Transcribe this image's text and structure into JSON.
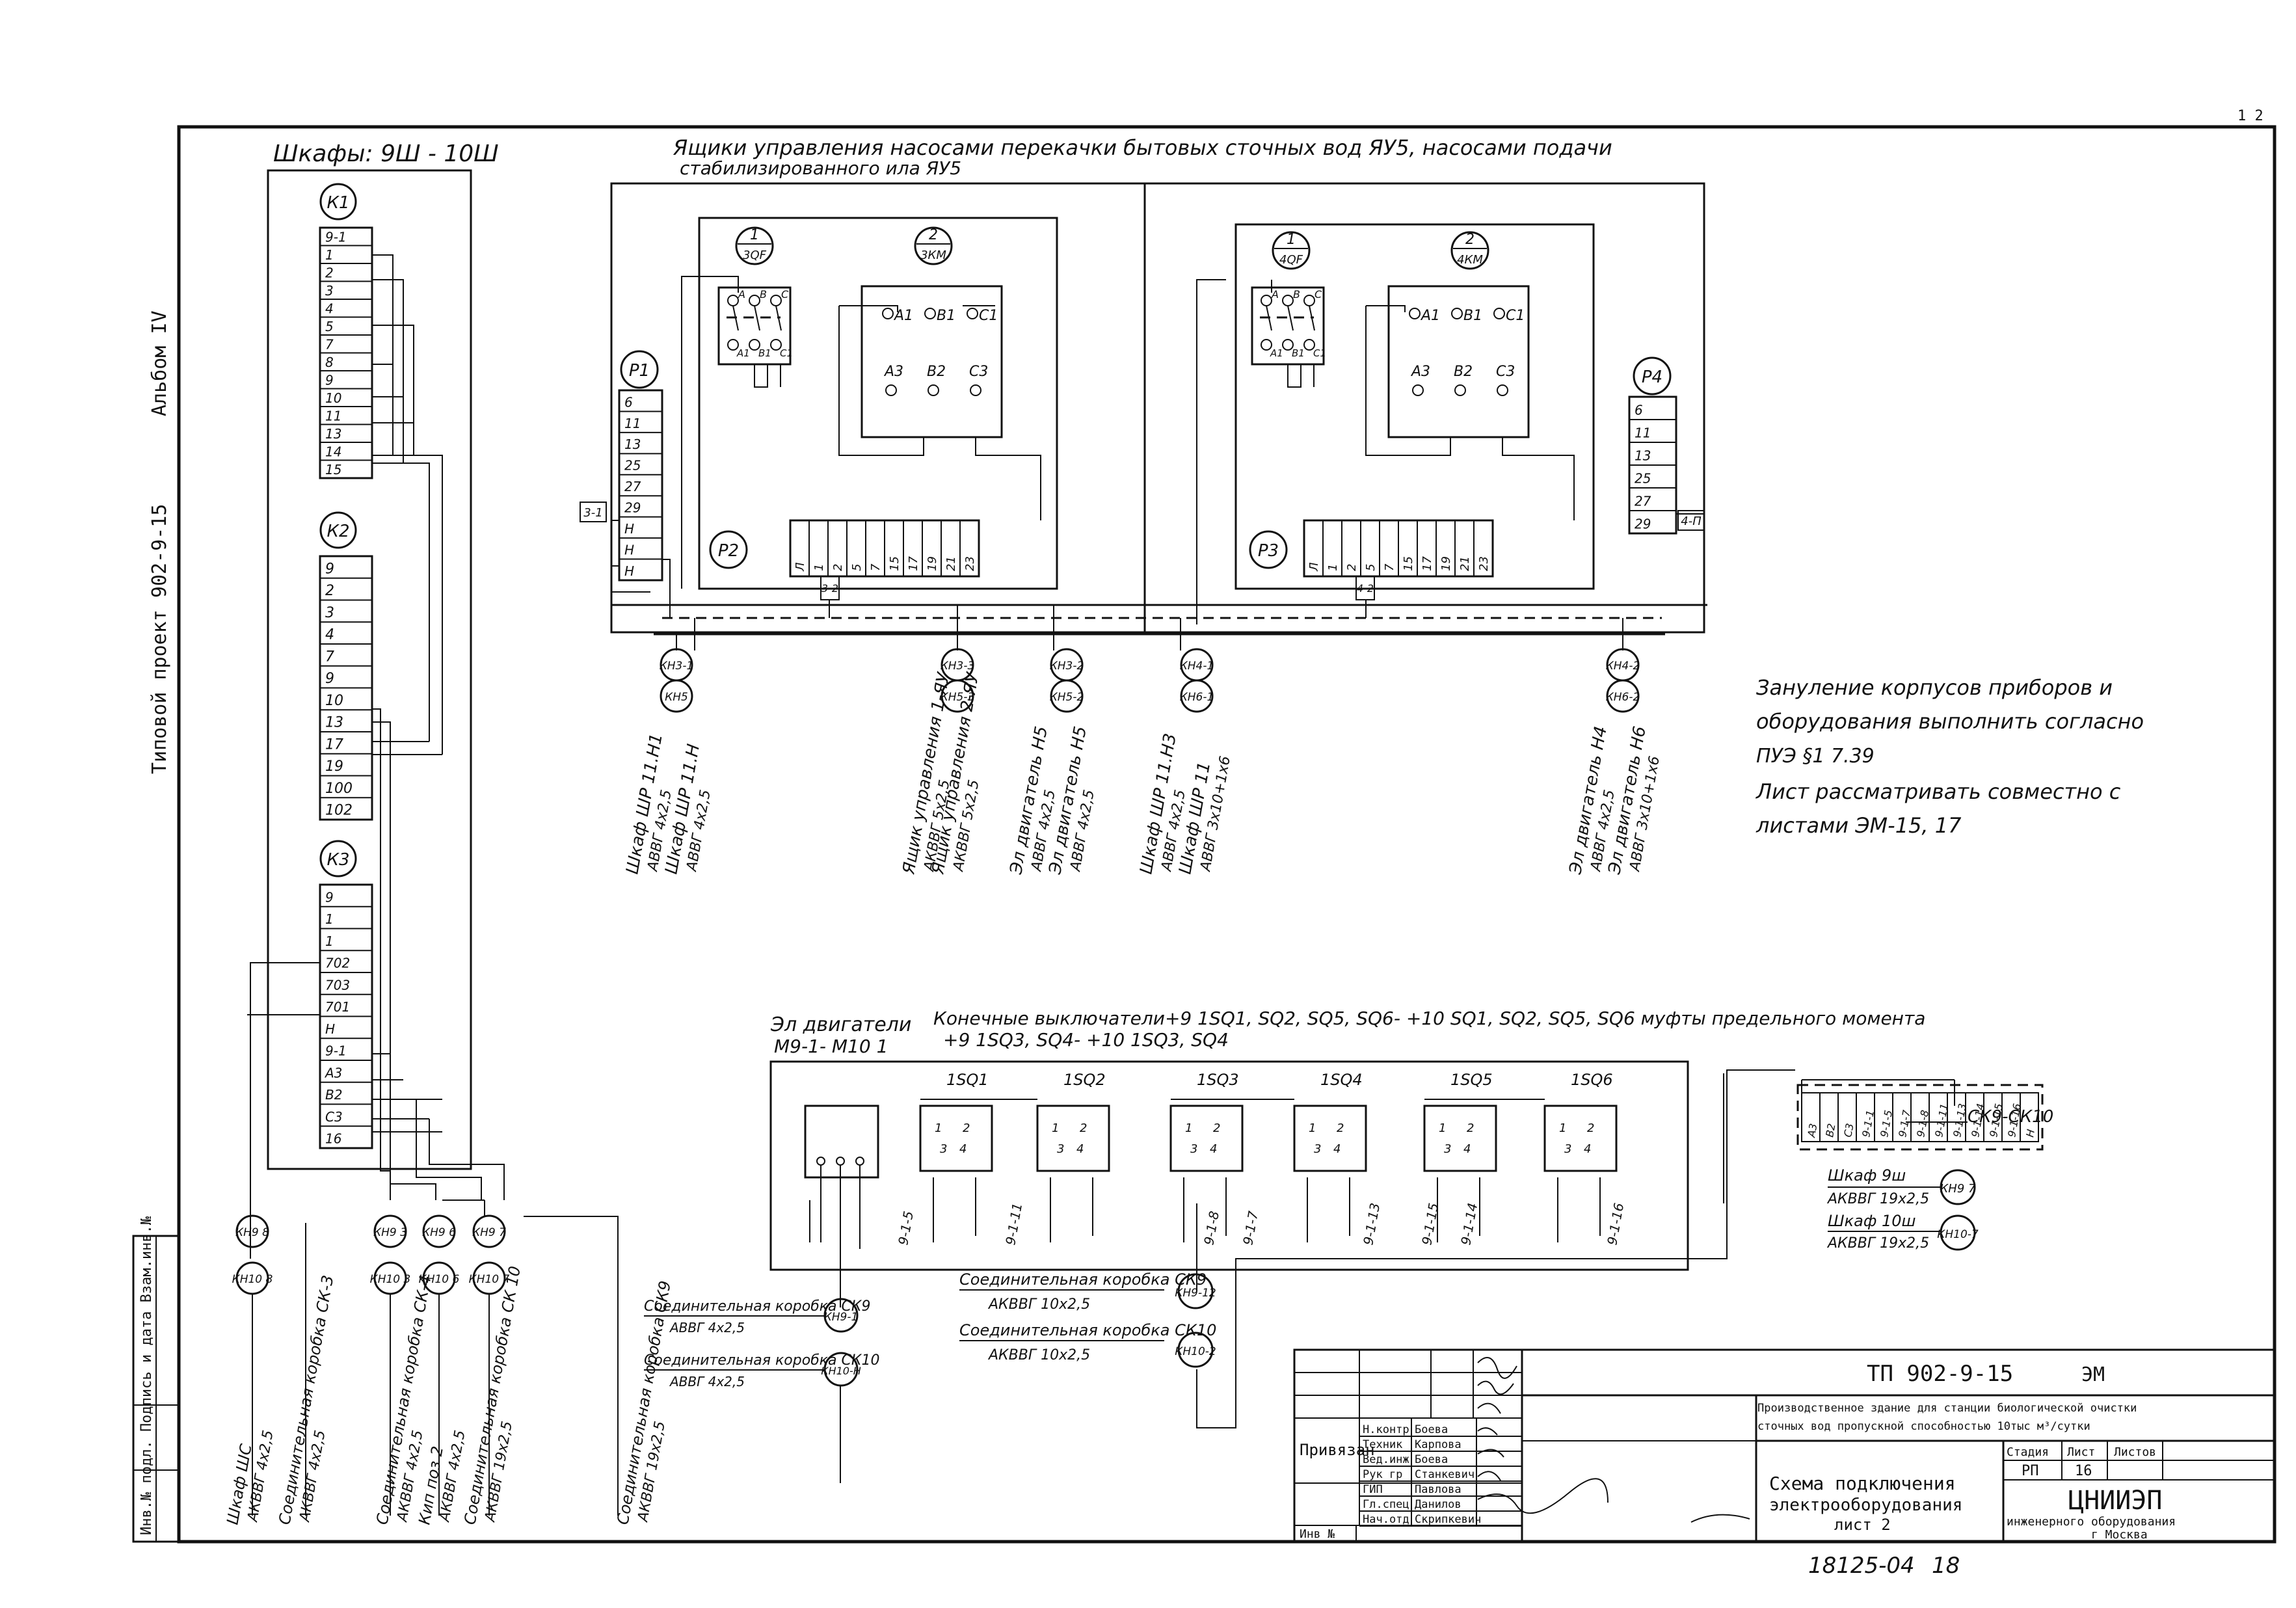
{
  "corner_mark": "1 2",
  "margin_labels": {
    "album": "Альбом IV",
    "project": "Типовой проект 902-9-15",
    "stub": "Инв.№ подл. Подпись и дата Взам.инв.№"
  },
  "cabinets": {
    "title": "Шкафы: 9Ш - 10Ш",
    "k1": {
      "name": "К1",
      "terminals": [
        "9-1",
        "1",
        "2",
        "3",
        "4",
        "5",
        "7",
        "8",
        "9",
        "10",
        "11",
        "13",
        "14",
        "15"
      ]
    },
    "k2": {
      "name": "К2",
      "terminals": [
        "9",
        "2",
        "3",
        "4",
        "7",
        "9",
        "10",
        "13",
        "17",
        "19",
        "100",
        "102"
      ]
    },
    "k3": {
      "name": "К3",
      "terminals": [
        "9",
        "1",
        "1",
        "702",
        "703",
        "701",
        "Н",
        "9-1",
        "А3",
        "В2",
        "С3",
        "16"
      ]
    }
  },
  "boxes": {
    "title_line1": "Ящики управления насосами перекачки бытовых сточных вод ЯУ5, насосами подачи",
    "title_line2": "стабилизированного ила ЯУ5",
    "p1": {
      "name": "Р1",
      "terminals": [
        "6",
        "11",
        "13",
        "25",
        "27",
        "29",
        "Н",
        "Н",
        "Н"
      ],
      "jumper": "3-1"
    },
    "p4": {
      "name": "Р4",
      "terminals": [
        "6",
        "11",
        "13",
        "25",
        "27",
        "29"
      ],
      "jumper": "4-П"
    },
    "p2": {
      "name": "Р2",
      "terminals": [
        "Л",
        "1",
        "2",
        "5",
        "7",
        "15",
        "17",
        "19",
        "21",
        "23"
      ],
      "jumper": "3-2"
    },
    "p3": {
      "name": "Р3",
      "terminals": [
        "Л",
        "1",
        "2",
        "5",
        "7",
        "15",
        "17",
        "19",
        "21",
        "23"
      ],
      "jumper": "4-2"
    },
    "left_breaker": "1",
    "left_breaker_code": "3QF",
    "left_contactor": "2",
    "left_contactor_code": "3КМ",
    "right_breaker": "1",
    "right_breaker_code": "4QF",
    "right_contactor": "2",
    "right_contactor_code": "4КМ",
    "breaker_terminals_top": [
      "А",
      "В",
      "С"
    ],
    "breaker_terminals_bottom": [
      "А1",
      "В1",
      "С1"
    ],
    "contactor_top": [
      "А1",
      "В1",
      "С1"
    ],
    "contactor_bottom": [
      "А3",
      "В2",
      "С3"
    ]
  },
  "markers": {
    "kn13_1": "КН3-1",
    "kn15": "КН5",
    "kn13_3": "КН3-3",
    "kn15_3": "КН5-3",
    "kn13_2": "КН3-2",
    "kn15_2": "КН5-2",
    "kn14_1": "КН4-1",
    "kn16_1": "КН6-1",
    "kn14_2": "КН4-2",
    "kn16_2": "КН6-2",
    "kn9_8": "КН9 8",
    "kn10_8": "КН10 8",
    "kn9_3": "КН9 3",
    "kn10_3": "КН10 3",
    "kn9_6": "КН9 6",
    "kn10_6": "КН10 6",
    "kn9_7": "КН9 7",
    "kn10_7": "КН10 7",
    "kn9_1": "КН9-1",
    "kn10_1": "КН10-Н",
    "kn9_12": "КН9-12",
    "kn10_2": "КН10-2",
    "kn9_7r": "КН9 7",
    "kn10_7r": "КН10-7"
  },
  "cables_top": [
    {
      "line1": "Шкаф ШР 11.Н1",
      "line2": "АВВГ 4х2,5"
    },
    {
      "line1": "Шкаф ШР 11.Н",
      "line2": "АВВГ 4х2,5"
    },
    {
      "line1": "Ящик управления 1-ЯУ",
      "line2": "АКВВГ 5х2,5"
    },
    {
      "line1": "Ящик управления 2-ЯУ",
      "line2": "АКВВГ 5х2,5"
    },
    {
      "line1": "Эл двигатель Н5",
      "line2": "АВВГ 4х2,5"
    },
    {
      "line1": "Эл двигатель Н5",
      "line2": "АВВГ 4х2,5"
    },
    {
      "line1": "Шкаф ШР 11.Н3",
      "line2": "АВВГ 4х2,5"
    },
    {
      "line1": "Шкаф ШР 11",
      "line2": "АВВГ 3х10+1х6"
    },
    {
      "line1": "Эл двигатель Н4",
      "line2": "АВВГ 4х2,5"
    },
    {
      "line1": "Эл двигатель Н6",
      "line2": "АВВГ 3х10+1х6"
    }
  ],
  "notes": [
    "Зануление корпусов приборов и",
    "оборудования выполнить согласно",
    "ПУЭ §1 7.39",
    "Лист рассматривать совместно с",
    "листами ЭМ-15, 17"
  ],
  "motors_block": {
    "motors_title": "Эл двигатели",
    "motors_sub": "М9-1- М10 1",
    "switches_title": "Конечные выключатели+9 1SQ1, SQ2, SQ5, SQ6- +10 SQ1, SQ2, SQ5, SQ6 муфты предельного момента",
    "switches_sub": "+9 1SQ3, SQ4- +10 1SQ3, SQ4",
    "switches": [
      "1SQ1",
      "1SQ2",
      "1SQ3",
      "1SQ4",
      "1SQ5",
      "1SQ6"
    ],
    "wire_tags": [
      "9-1-5",
      "9-1-11",
      "9-1-8",
      "9-1-7",
      "9-1-13",
      "9-1-15",
      "9-1-14",
      "9-1-16"
    ]
  },
  "right_strip": {
    "label": "СК9-СК10",
    "terminals": [
      "А3",
      "В2",
      "С3",
      "9-1-1",
      "9-1-5",
      "9-1-7",
      "9-1-8",
      "9-1-11",
      "9-1-13",
      "9-1-14",
      "9-1-15",
      "9-1-16",
      "Н"
    ],
    "cable1_name": "Шкаф 9ш",
    "cable1_spec": "АКВВГ 19х2,5",
    "cable2_name": "Шкаф 10ш",
    "cable2_spec": "АКВВГ 19х2,5"
  },
  "junction_cables": {
    "ck9_name": "Соединительная коробка СК9",
    "ck9_spec": "АКВВГ 10х2,5",
    "ck10_name": "Соединительная коробка СК10",
    "ck10_spec": "АКВВГ 10х2,5",
    "left_ck9_name": "Соединительная коробка СК9",
    "left_ck9_spec": "АВВГ 4х2,5",
    "left_ck10_name": "Соединительная коробка СК10",
    "left_ck10_spec": "АВВГ 4х2,5"
  },
  "cables_bottom": [
    {
      "line1": "Шкаф ШС",
      "line2": "АКВВГ 4х2,5"
    },
    {
      "line1": "Соединительная коробка СК-3",
      "line2": "АКВВГ 4х2,5"
    },
    {
      "line1": "Соединительная коробка СК-4",
      "line2": "АКВВГ 4х2,5"
    },
    {
      "line1": "Кип поз 2",
      "line2": "АКВВГ 4х2,5"
    },
    {
      "line1": "Соединительная коробка СК 10",
      "line2": "АКВВГ 19х2,5"
    },
    {
      "line1": "Соединительная коробка СК9",
      "line2": "АКВВГ 19х2,5"
    }
  ],
  "title_block": {
    "project_code": "ТП 902-9-15",
    "mark": "ЭМ",
    "description_line1": "Производственное здание для станции биологической очистки",
    "description_line2": "сточных вод пропускной способностью 10тыс м³/сутки",
    "privyazan": "Привязан",
    "inv": "Инв №",
    "roles": [
      {
        "role": "Н.контр",
        "name": "Боева"
      },
      {
        "role": "Техник",
        "name": "Карпова"
      },
      {
        "role": "Вед.инж",
        "name": "Боева"
      },
      {
        "role": "Рук гр",
        "name": "Станкевич"
      },
      {
        "role": "ГИП",
        "name": "Павлова"
      },
      {
        "role": "Гл.спец",
        "name": "Данилов"
      },
      {
        "role": "Нач.отд",
        "name": "Скрипкевич"
      }
    ],
    "stage_header": "Стадия",
    "sheet_header": "Лист",
    "sheets_header": "Листов",
    "stage": "РП",
    "sheet": "16",
    "drawing_title_line1": "Схема подключения",
    "drawing_title_line2": "электрооборудования",
    "drawing_title_line3": "лист 2",
    "org_name": "ЦНИИЭП",
    "org_line2": "инженерного оборудования",
    "org_line3": "г Москва",
    "archive_no": "18125-04",
    "archive_sheet": "18"
  }
}
